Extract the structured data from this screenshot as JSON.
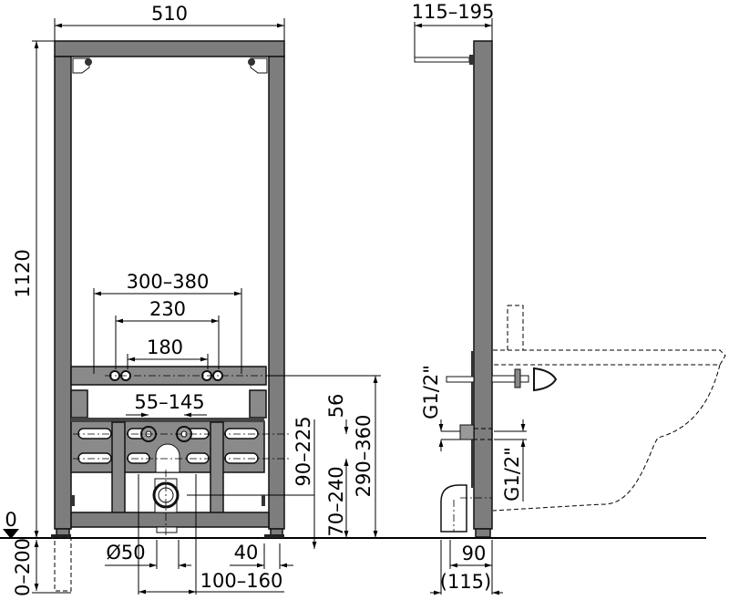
{
  "drawing": {
    "front_view": {
      "width": "510",
      "height": "1120",
      "bracket_spacing": "300–380",
      "outer_holes": "230",
      "inner_holes": "180",
      "inlet_spacing": "55–145",
      "inlet_offset": "56",
      "inlet_height": "90–225",
      "drain_height": "70–240",
      "bar_height": "290–360",
      "floor_level": "0",
      "leg_adjust": "0–200",
      "drain_diameter": "Ø50",
      "foot_width": "40",
      "drain_offset": "100–160"
    },
    "side_view": {
      "depth_range": "115–195",
      "thread_upper": "G1/2\"",
      "thread_lower": "G1/2\"",
      "frame_depth": "90",
      "total_depth": "(115)"
    }
  }
}
